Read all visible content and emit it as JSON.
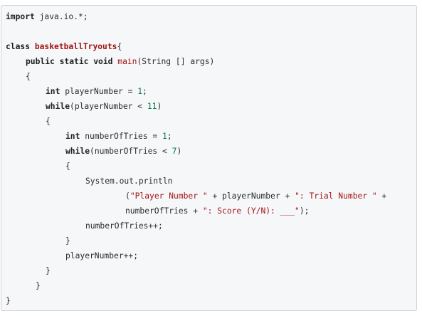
{
  "code": {
    "lines": [
      {
        "indent": 0,
        "tokens": [
          {
            "type": "kw",
            "text": "import"
          },
          {
            "type": "plain",
            "text": " java.io.*;"
          }
        ]
      },
      {
        "indent": 0,
        "tokens": []
      },
      {
        "indent": 0,
        "tokens": [
          {
            "type": "kw",
            "text": "class"
          },
          {
            "type": "plain",
            "text": " "
          },
          {
            "type": "title",
            "text": "basketballTryouts"
          },
          {
            "type": "plain",
            "text": "{"
          }
        ]
      },
      {
        "indent": 1,
        "tokens": [
          {
            "type": "kw",
            "text": "public"
          },
          {
            "type": "plain",
            "text": " "
          },
          {
            "type": "kw",
            "text": "static"
          },
          {
            "type": "plain",
            "text": " "
          },
          {
            "type": "kw",
            "text": "void"
          },
          {
            "type": "plain",
            "text": " "
          },
          {
            "type": "fn",
            "text": "main"
          },
          {
            "type": "plain",
            "text": "(String [] args)"
          }
        ]
      },
      {
        "indent": 1,
        "tokens": [
          {
            "type": "plain",
            "text": "{"
          }
        ]
      },
      {
        "indent": 2,
        "tokens": [
          {
            "type": "kw",
            "text": "int"
          },
          {
            "type": "plain",
            "text": " playerNumber = "
          },
          {
            "type": "num",
            "text": "1"
          },
          {
            "type": "plain",
            "text": ";"
          }
        ]
      },
      {
        "indent": 2,
        "tokens": [
          {
            "type": "kw",
            "text": "while"
          },
          {
            "type": "plain",
            "text": "(playerNumber < "
          },
          {
            "type": "num",
            "text": "11"
          },
          {
            "type": "plain",
            "text": ")"
          }
        ]
      },
      {
        "indent": 2,
        "tokens": [
          {
            "type": "plain",
            "text": "{"
          }
        ]
      },
      {
        "indent": 3,
        "tokens": [
          {
            "type": "kw",
            "text": "int"
          },
          {
            "type": "plain",
            "text": " numberOfTries = "
          },
          {
            "type": "num",
            "text": "1"
          },
          {
            "type": "plain",
            "text": ";"
          }
        ]
      },
      {
        "indent": 3,
        "tokens": [
          {
            "type": "kw",
            "text": "while"
          },
          {
            "type": "plain",
            "text": "(numberOfTries < "
          },
          {
            "type": "num",
            "text": "7"
          },
          {
            "type": "plain",
            "text": ")"
          }
        ]
      },
      {
        "indent": 3,
        "tokens": [
          {
            "type": "plain",
            "text": "{"
          }
        ]
      },
      {
        "indent": 4,
        "tokens": [
          {
            "type": "plain",
            "text": "System.out.println"
          }
        ]
      },
      {
        "indent": 6,
        "tokens": [
          {
            "type": "plain",
            "text": "("
          },
          {
            "type": "str",
            "text": "\"Player Number \""
          },
          {
            "type": "plain",
            "text": " + playerNumber + "
          },
          {
            "type": "str",
            "text": "\": Trial Number \""
          },
          {
            "type": "plain",
            "text": " +"
          }
        ]
      },
      {
        "indent": 6,
        "tokens": [
          {
            "type": "plain",
            "text": "numberOfTries + "
          },
          {
            "type": "str",
            "text": "\": Score (Y/N): ___\""
          },
          {
            "type": "plain",
            "text": ");"
          }
        ]
      },
      {
        "indent": 4,
        "tokens": [
          {
            "type": "plain",
            "text": "numberOfTries++;"
          }
        ]
      },
      {
        "indent": 3,
        "tokens": [
          {
            "type": "plain",
            "text": "}"
          }
        ]
      },
      {
        "indent": 3,
        "tokens": [
          {
            "type": "plain",
            "text": "playerNumber++;"
          }
        ]
      },
      {
        "indent": 2,
        "tokens": [
          {
            "type": "plain",
            "text": "}"
          }
        ]
      },
      {
        "indent": 1.5,
        "tokens": [
          {
            "type": "plain",
            "text": "}"
          }
        ]
      },
      {
        "indent": 0,
        "tokens": [
          {
            "type": "plain",
            "text": "}"
          }
        ]
      }
    ]
  }
}
